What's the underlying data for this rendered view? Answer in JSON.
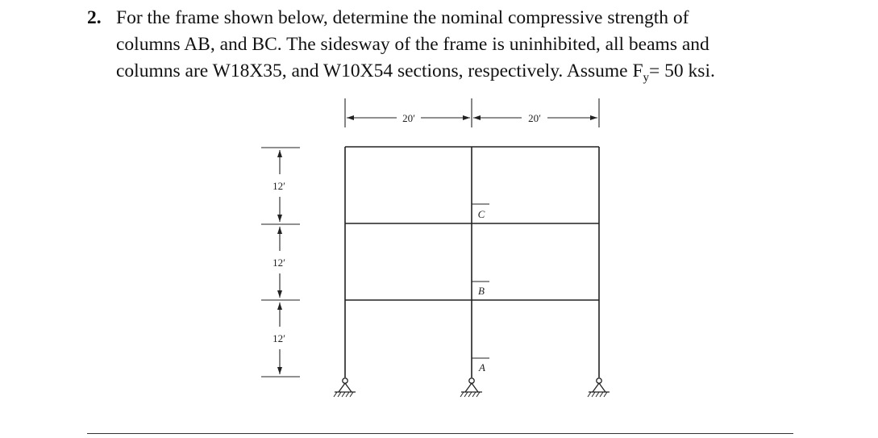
{
  "problem": {
    "number": "2.",
    "line1": "For the frame shown below, determine the nominal compressive strength of",
    "line2": "columns AB, and BC. The sidesway of the frame is uninhibited, all beams and",
    "line3_pre": "columns are W18X35, and W10X54 sections, respectively. Assume F",
    "line3_sub": "y",
    "line3_post": "= 50 ksi."
  },
  "figure": {
    "bay_dim_left": "20′",
    "bay_dim_right": "20′",
    "story_dim_top": "12′",
    "story_dim_middle": "12′",
    "story_dim_bottom": "12′",
    "label_c": "C",
    "label_b": "B",
    "label_a": "A",
    "line_color": "#222222"
  }
}
